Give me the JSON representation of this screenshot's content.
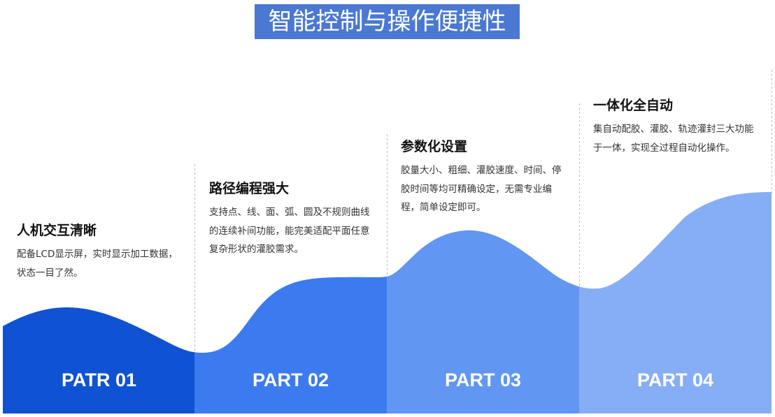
{
  "title": "智能控制与操作便捷性",
  "colors": [
    "#0f52d3",
    "#3b7bef",
    "#6196f2",
    "#86aef5"
  ],
  "parts": [
    {
      "label": "PATR 01",
      "heading": "人机交互清晰",
      "text": "配备LCD显示屏，实时显示加工数据，状态一目了然。"
    },
    {
      "label": "PART 02",
      "heading": "路径编程强大",
      "text": "支持点、线、面、弧、圆及不规则曲线的连续补间功能，能完美适配平面任意复杂形状的灌胶需求。"
    },
    {
      "label": "PART 03",
      "heading": "参数化设置",
      "text": "胶量大小、粗细、灌胶速度、时间、停胶时间等均可精确设定，无需专业编程，简单设定即可。"
    },
    {
      "label": "PART 04",
      "heading": "一体化全自动",
      "text": "集自动配胶、灌胶、轨迹灌封三大功能于一体，实现全过程自动化操作。"
    }
  ]
}
